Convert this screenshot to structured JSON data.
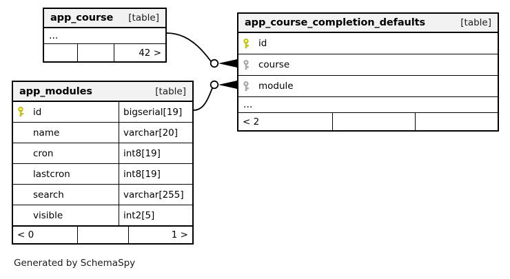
{
  "diagram": {
    "kind_label": "[table]",
    "footnote": "Generated by SchemaSpy"
  },
  "tables": {
    "app_course": {
      "name": "app_course",
      "kind": "[table]",
      "ellipsis": "...",
      "footer": [
        "",
        "",
        "42 >"
      ]
    },
    "app_course_completion_defaults": {
      "name": "app_course_completion_defaults",
      "kind": "[table]",
      "columns": [
        {
          "key": "primary",
          "name": "id",
          "type": ""
        },
        {
          "key": "foreign",
          "name": "course",
          "type": ""
        },
        {
          "key": "foreign",
          "name": "module",
          "type": ""
        }
      ],
      "ellipsis": "...",
      "footer": [
        "< 2",
        "",
        ""
      ]
    },
    "app_modules": {
      "name": "app_modules",
      "kind": "[table]",
      "columns": [
        {
          "key": "primary",
          "name": "id",
          "type": "bigserial[19]"
        },
        {
          "key": "none",
          "name": "name",
          "type": "varchar[20]"
        },
        {
          "key": "none",
          "name": "cron",
          "type": "int8[19]"
        },
        {
          "key": "none",
          "name": "lastcron",
          "type": "int8[19]"
        },
        {
          "key": "none",
          "name": "search",
          "type": "varchar[255]"
        },
        {
          "key": "none",
          "name": "visible",
          "type": "int2[5]"
        }
      ],
      "footer": [
        "< 0",
        "",
        "1 >"
      ]
    }
  },
  "relationships": [
    {
      "from": "app_course",
      "to": "app_course_completion_defaults.course",
      "notation": "crows-foot-zero-many"
    },
    {
      "from": "app_modules.id",
      "to": "app_course_completion_defaults.module",
      "notation": "crows-foot-zero-many"
    }
  ],
  "colors": {
    "primary_key": "#e8e800",
    "foreign_key": "#bfbfbf",
    "header_background": "#f2f2f2",
    "border": "#000000",
    "line": "#000000"
  }
}
